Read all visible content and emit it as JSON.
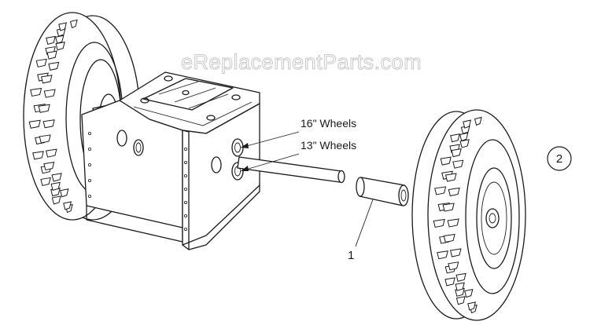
{
  "watermark": "eReplacementParts.com",
  "callouts": {
    "wheels_16": "16\" Wheels",
    "wheels_13": "13\" Wheels",
    "part_1": "1",
    "part_2": "2"
  }
}
